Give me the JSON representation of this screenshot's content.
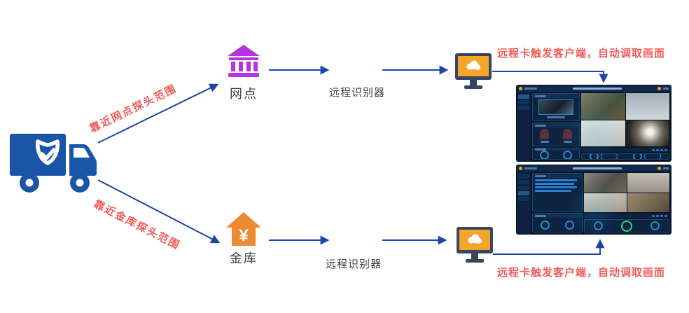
{
  "labels": {
    "branch": "网点",
    "vault": "金库",
    "recognizer_top": "远程识别器",
    "recognizer_bottom": "远程识别器",
    "route_branch": "靠近网点探头范围",
    "route_vault": "靠近金库探头范围",
    "note_top": "远程卡触发客户端，自动调取画面",
    "note_bottom": "远程卡触发客户端，自动调取画面",
    "vault_symbol": "¥"
  },
  "colors": {
    "arrow_blue": "#1d44a8",
    "accent_red": "#f25b5b",
    "truck_blue": "#1a55a8",
    "branch_purple": "#b832e2",
    "vault_orange": "#ee8a33",
    "monitor_frame": "#36465e",
    "monitor_screen": "#f5a42c",
    "label_gray": "#3d3d3d",
    "dashboard_bg": "#081527",
    "dashboard_accent": "#2f86c8",
    "gauge_green": "#2ed47e"
  },
  "icons": [
    "truck-icon",
    "shield-check-icon",
    "bank-icon",
    "vault-house-icon",
    "yen-icon",
    "monitor-icon",
    "cloud-icon",
    "user-avatar-icon"
  ]
}
